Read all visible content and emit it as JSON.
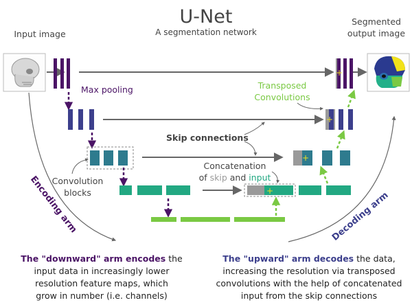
{
  "title": "U-Net",
  "subtitle": "A segmentation network",
  "labels": {
    "input_image": "Input image",
    "output_image_line1": "Segmented",
    "output_image_line2": "output image",
    "max_pooling": "Max pooling",
    "transposed_line1": "Transposed",
    "transposed_line2": "Convolutions",
    "skip_connections": "Skip connections",
    "concat_line1": "Concatenation",
    "concat_of": "of",
    "concat_skip": "skip",
    "concat_and": "and",
    "concat_input": "input",
    "conv_line1": "Convolution",
    "conv_line2": "blocks",
    "encoding_arm": "Encoding arm",
    "decoding_arm": "Decoding arm"
  },
  "descriptions": {
    "encoder": {
      "bold": "The \"downward\" arm encodes",
      "rest1": " the",
      "line2": "input data in increasingly lower",
      "line3": "resolution feature maps, which",
      "line4": "grow in number (i.e. channels)"
    },
    "decoder": {
      "bold": "The \"upward\" arm decodes",
      "rest1": " the data,",
      "line2": "increasing the resolution via transposed",
      "line3": "convolutions with the help of concatenated",
      "line4": "input from the skip connections"
    }
  },
  "colors": {
    "level1": "#4b1466",
    "level2": "#3c3f8c",
    "level3": "#2e7b8e",
    "level4": "#22a882",
    "level5": "#7ac943",
    "skip_gray": "#9a9a9a",
    "arrow": "#666666",
    "transposed_green": "#7ac943",
    "max_pool_purple": "#4b1466",
    "crosshair": "#f0e020"
  },
  "icons": {
    "input": "skull-xray-icon",
    "output": "segmented-skull-icon"
  }
}
